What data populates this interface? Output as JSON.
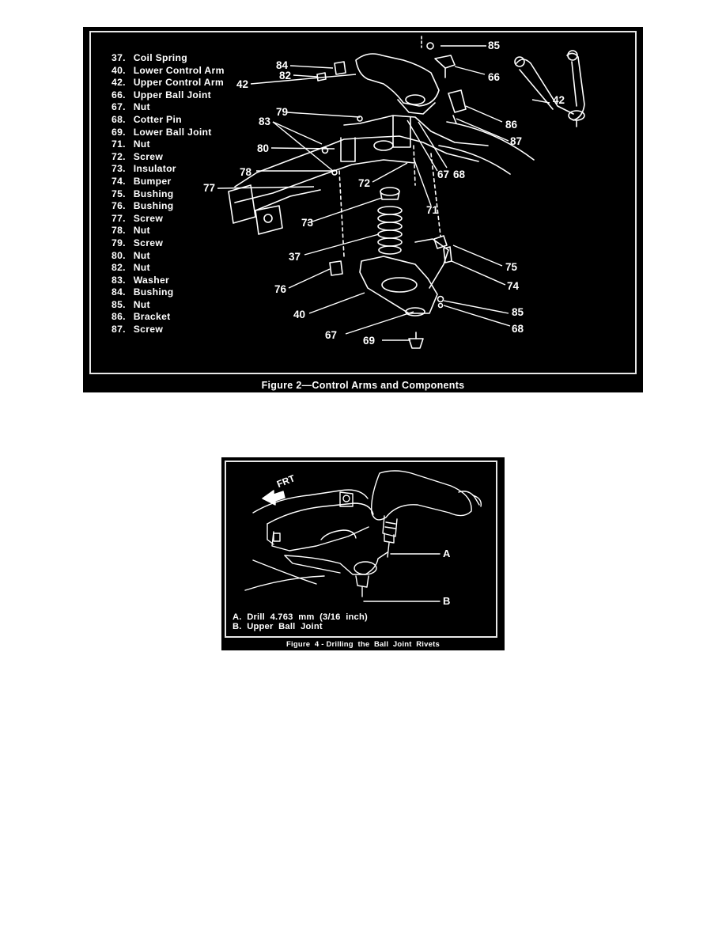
{
  "figure2": {
    "legend": [
      {
        "num": "37.",
        "label": "Coil Spring"
      },
      {
        "num": "40.",
        "label": "Lower Control Arm"
      },
      {
        "num": "42.",
        "label": "Upper Control Arm"
      },
      {
        "num": "66.",
        "label": "Upper Ball Joint"
      },
      {
        "num": "67.",
        "label": "Nut"
      },
      {
        "num": "68.",
        "label": "Cotter Pin"
      },
      {
        "num": "69.",
        "label": "Lower Ball Joint"
      },
      {
        "num": "71.",
        "label": "Nut"
      },
      {
        "num": "72.",
        "label": "Screw"
      },
      {
        "num": "73.",
        "label": "Insulator"
      },
      {
        "num": "74.",
        "label": "Bumper"
      },
      {
        "num": "75.",
        "label": "Bushing"
      },
      {
        "num": "76.",
        "label": "Bushing"
      },
      {
        "num": "77.",
        "label": "Screw"
      },
      {
        "num": "78.",
        "label": "Nut"
      },
      {
        "num": "79.",
        "label": "Screw"
      },
      {
        "num": "80.",
        "label": "Nut"
      },
      {
        "num": "82.",
        "label": "Nut"
      },
      {
        "num": "83.",
        "label": "Washer"
      },
      {
        "num": "84.",
        "label": "Bushing"
      },
      {
        "num": "85.",
        "label": "Nut"
      },
      {
        "num": "86.",
        "label": "Bracket"
      },
      {
        "num": "87.",
        "label": "Screw"
      }
    ],
    "callouts": {
      "c85a": "85",
      "c84": "84",
      "c82": "82",
      "c66": "66",
      "c42a": "42",
      "c42b": "42",
      "c79": "79",
      "c86": "86",
      "c83": "83",
      "c87": "87",
      "c80": "80",
      "c78": "78",
      "c67a": "67",
      "c68a": "68",
      "c72": "72",
      "c77": "77",
      "c71": "71",
      "c73": "73",
      "c37": "37",
      "c75": "75",
      "c74": "74",
      "c76": "76",
      "c40": "40",
      "c85b": "85",
      "c67b": "67",
      "c68b": "68",
      "c69": "69"
    },
    "caption": "Figure 2—Control Arms and Components"
  },
  "figure4": {
    "label_a": "A",
    "label_b": "B",
    "label_frt": "FRT",
    "legend_a": "A.  Drill  4.763  mm  (3/16  inch)",
    "legend_b": "B.  Upper  Ball  Joint",
    "caption": "Figure  4 - Drilling  the  Ball  Joint  Rivets"
  }
}
